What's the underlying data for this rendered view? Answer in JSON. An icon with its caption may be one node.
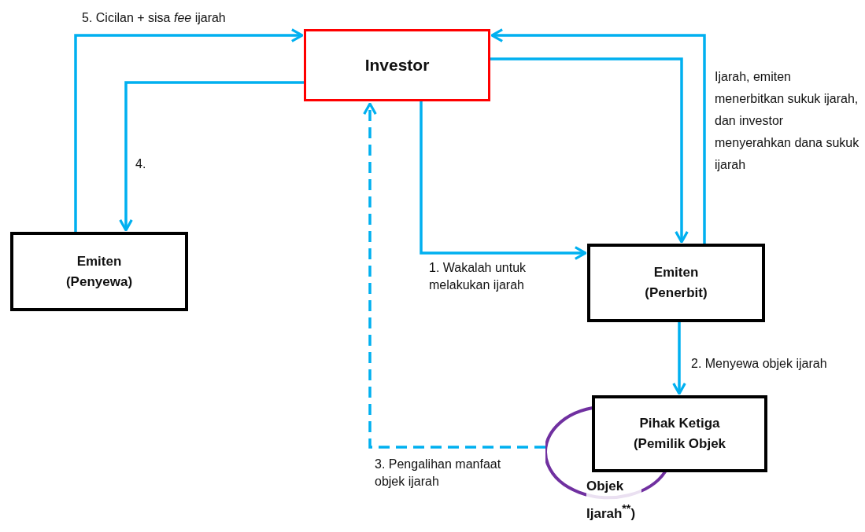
{
  "diagram": {
    "nodes": [
      {
        "text": [
          "Investor"
        ]
      },
      {
        "text": [
          "Emiten (Penyewa)"
        ]
      },
      {
        "text": [
          "Emiten (Penerbit)"
        ]
      },
      {
        "text": [
          "Pihak Ketiga (Pemilik Objek"
        ]
      },
      {
        "text": [
          "Objek Ijarah$^{**}$)"
        ]
      }
    ],
    "edges": [
      {
        "from": 1,
        "to": 0,
        "arrow": "to",
        "label": "5. Cicilan + sisa *fee* ijarah"
      },
      {
        "from": 0,
        "to": 1,
        "arrow": "to",
        "label": "4."
      },
      {
        "from": 2,
        "to": 0,
        "arrow": "to"
      },
      {
        "from": 0,
        "to": 2,
        "arrow": "to"
      },
      {
        "from": 0,
        "to": 2,
        "arrow": "to",
        "label": "1. Wakalah untuk melakukan ijarah"
      },
      {
        "from": 2,
        "to": 3,
        "arrow": "to",
        "label": "2. Menyewa objek ijarah"
      },
      {
        "from": 4,
        "to": 0,
        "arrow": "to",
        "style": "dashed",
        "label": "3. Pengalihan manfaat objek ijarah"
      }
    ],
    "labels": [
      "Ijarah, emiten menerbitkan sukuk ijarah, dan investor menyerahkan dana sukuk ijarah"
    ]
  }
}
